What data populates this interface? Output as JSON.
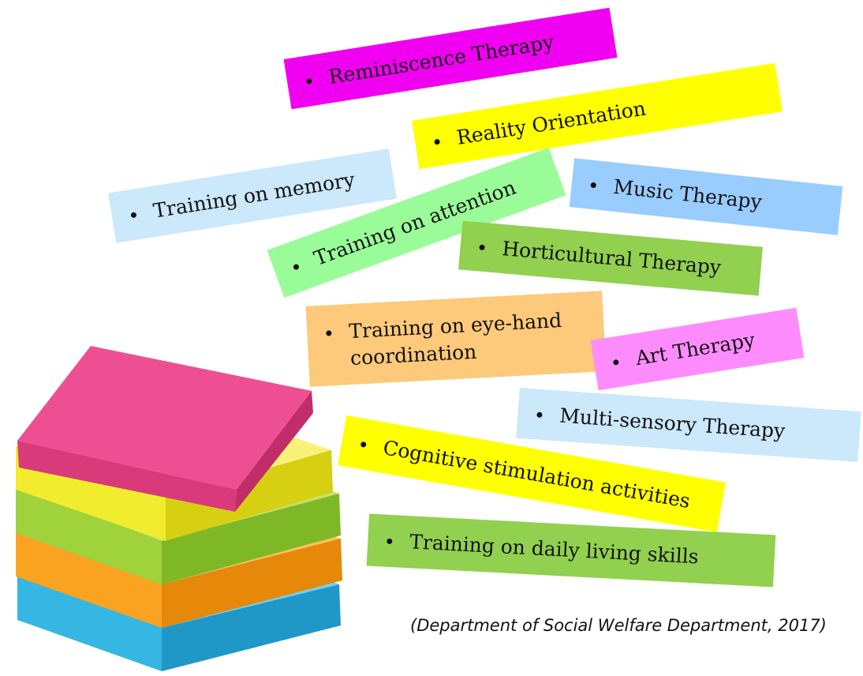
{
  "notes": [
    {
      "id": "reminiscence",
      "label": "Reminiscence Therapy",
      "color": "#f000f0"
    },
    {
      "id": "reality",
      "label": "Reality Orientation",
      "color": "#ffff00"
    },
    {
      "id": "memory",
      "label": "Training on memory",
      "color": "#cce8fb"
    },
    {
      "id": "attention",
      "label": "Training on attention",
      "color": "#99fc99"
    },
    {
      "id": "music",
      "label": "Music Therapy",
      "color": "#99ccff"
    },
    {
      "id": "horticultural",
      "label": "Horticultural Therapy",
      "color": "#92d050"
    },
    {
      "id": "eyehand",
      "label": "Training on eye-hand coordination",
      "color": "#fdc97a"
    },
    {
      "id": "art",
      "label": "Art Therapy",
      "color": "#ff8cff"
    },
    {
      "id": "multisensory",
      "label": "Multi-sensory Therapy",
      "color": "#cce8fb"
    },
    {
      "id": "cognitive",
      "label": "Cognitive stimulation activities",
      "color": "#ffff00"
    },
    {
      "id": "dailyliving",
      "label": "Training on daily living skills",
      "color": "#92d050"
    }
  ],
  "citation": "(Department of Social Welfare Department, 2017)",
  "stack_colors": {
    "pink": "#ef4f8f",
    "yellow": "#f2ec2e",
    "green": "#9fd23b",
    "orange": "#f9a321",
    "blue": "#35b6e3"
  }
}
